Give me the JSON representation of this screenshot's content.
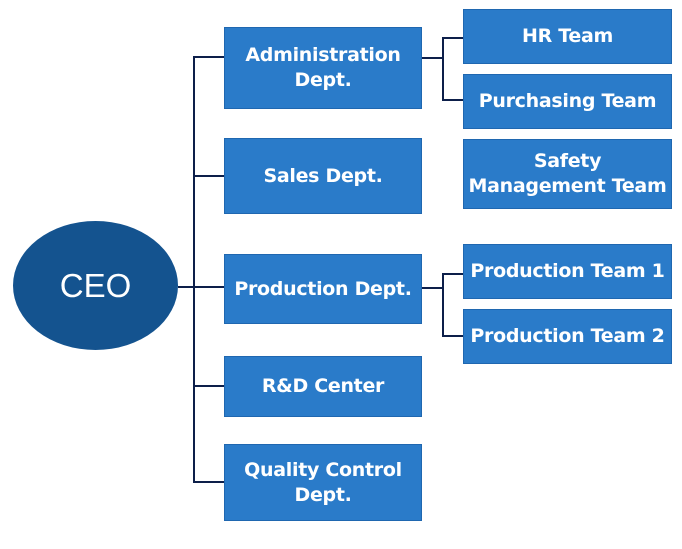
{
  "colors": {
    "ceo_fill": "#14538f",
    "box_fill": "#2a7bc9",
    "connector": "#0d1f4a",
    "text": "#ffffff"
  },
  "root": {
    "label": "CEO"
  },
  "departments": [
    {
      "label": "Administration\nDept."
    },
    {
      "label": "Sales Dept."
    },
    {
      "label": "Production Dept."
    },
    {
      "label": "R&D Center"
    },
    {
      "label": "Quality Control\nDept."
    }
  ],
  "teams": [
    {
      "label": "HR Team",
      "parent": "Administration Dept."
    },
    {
      "label": "Purchasing Team",
      "parent": "Administration Dept."
    },
    {
      "label": "Safety\nManagement Team",
      "parent": ""
    },
    {
      "label": "Production Team 1",
      "parent": "Production Dept."
    },
    {
      "label": "Production Team 2",
      "parent": "Production Dept."
    }
  ]
}
